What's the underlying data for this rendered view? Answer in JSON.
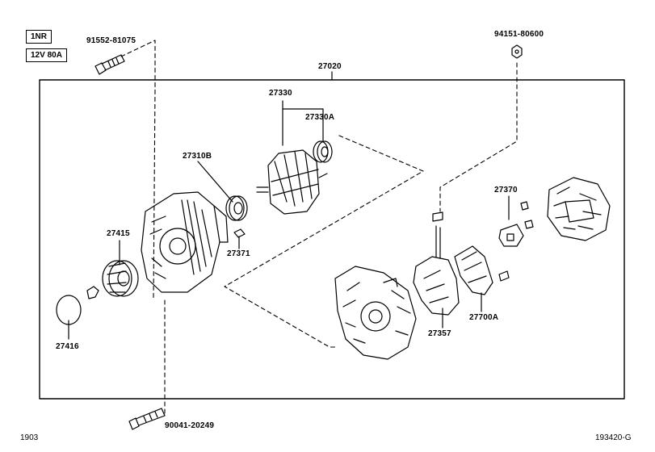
{
  "header": {
    "engine_tag": "1NR",
    "spec_tag": "12V 80A"
  },
  "parts": {
    "assembly": "27020",
    "bolt_top": "91552-81075",
    "nut_top": "94151-80600",
    "rotor": "27330",
    "rotor_bearing": "27330A",
    "front_bearing": "27310B",
    "retainer": "27371",
    "pulley": "27415",
    "pulley_cap": "27416",
    "rectifier": "27357",
    "brush_holder": "27700A",
    "regulator": "27370",
    "bolt_bottom": "90041-20249"
  },
  "footer": {
    "left_code": "1903",
    "right_code": "193420-G"
  }
}
